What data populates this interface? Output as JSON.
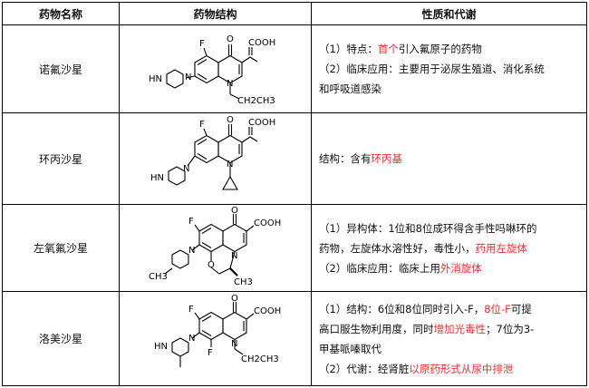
{
  "headers": {
    "name": "药物名称",
    "structure": "药物结构",
    "properties": "性质和代谢"
  },
  "rows": [
    {
      "name": "诺氟沙星",
      "structure_labels": {
        "carbonyl": "O",
        "acid": "COOH",
        "fluorine": "F",
        "nh": "HN",
        "ring_n": "N",
        "n_sub": "CH2CH3"
      },
      "props": {
        "p1_pre": "（1）特点：",
        "p1_red": "首个",
        "p1_post": "引入氟原子的药物",
        "p2_line1": "（2）临床应用：主要用于泌尿生殖道、消化系统",
        "p2_line2": "和呼吸道感染"
      }
    },
    {
      "name": "环丙沙星",
      "structure_labels": {
        "carbonyl": "O",
        "acid": "COOH",
        "fluorine": "F",
        "nh": "HN",
        "ring_n": "N"
      },
      "props": {
        "pre": "结构：含有",
        "red": "环丙基"
      }
    },
    {
      "name": "左氧氟沙星",
      "structure_labels": {
        "carbonyl": "O",
        "acid": "COOH",
        "fluorine": "F",
        "oxygen": "O",
        "ring_n": "N",
        "methyl": "CH3"
      },
      "props": {
        "p1_line1": "（1）异构体：1位和8位成环得含手性吗啉环的",
        "p1_line2_pre": "药物，左旋体水溶性好，毒性小，",
        "p1_line2_red": "药用左旋体",
        "p2_pre": "（2）临床应用：临床上用",
        "p2_red": "外消旋体"
      }
    },
    {
      "name": "洛美沙星",
      "structure_labels": {
        "carbonyl": "O",
        "acid": "COOH",
        "fluorine1": "F",
        "fluorine2": "F",
        "nh": "HN",
        "ring_n": "N",
        "n_sub": "CH2CH3"
      },
      "props": {
        "p1_line1_pre": "（1）结构：6位和8位同时引入-F，",
        "p1_line1_red": "8位-F",
        "p1_line1_post": "可提",
        "p1_line2_pre": "高口服生物利用度，同时",
        "p1_line2_red": "增加光毒性",
        "p1_line2_post": "；7位为3-",
        "p1_line3": "甲基哌嗪取代",
        "p2_pre": "（2）代谢：经肾脏",
        "p2_red": "以原药形式从尿中排泄"
      }
    }
  ]
}
